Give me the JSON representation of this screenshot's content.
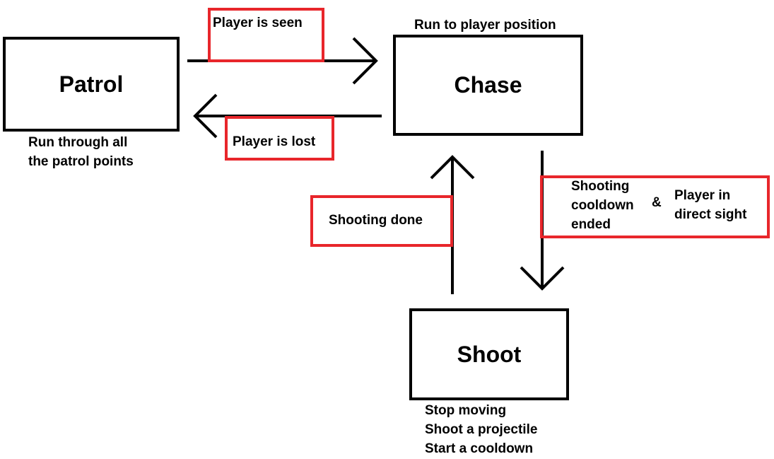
{
  "states": {
    "patrol": "Patrol",
    "chase": "Chase",
    "shoot": "Shoot"
  },
  "descriptions": {
    "patrol": [
      "Run through all",
      "the patrol points"
    ],
    "chase": "Run to player position",
    "shoot": [
      "Stop moving",
      "Shoot a projectile",
      "Start a cooldown"
    ]
  },
  "transitions": {
    "patrol_to_chase": "Player is seen",
    "chase_to_patrol": "Player is lost",
    "shoot_to_chase": "Shooting done",
    "chase_to_shoot": {
      "condition_a": [
        "Shooting",
        "cooldown",
        "ended"
      ],
      "operator": "&",
      "condition_b": [
        "Player in",
        "direct sight"
      ]
    }
  },
  "colors": {
    "condition_box": "#e8262b",
    "state_border": "#000000",
    "background": "#ffffff"
  }
}
